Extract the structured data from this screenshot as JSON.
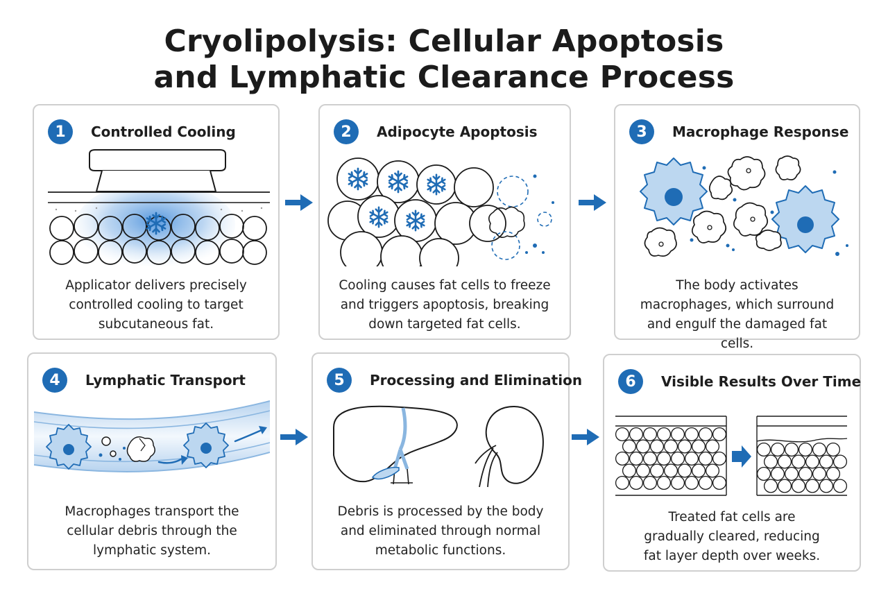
{
  "title": {
    "line1": "Cryolipolysis: Cellular Apoptosis",
    "line2": "and Lymphatic Clearance Process"
  },
  "colors": {
    "accent_blue": "#1f6cb5",
    "light_blue": "#bcd7f0",
    "outline": "#1a1a1a",
    "card_border": "#cfcfcf"
  },
  "steps": [
    {
      "number": "1",
      "title": "Controlled Cooling",
      "description": "Applicator delivers precisely controlled cooling to target subcutaneous fat.",
      "icon": "snowflake-applicator-icon"
    },
    {
      "number": "2",
      "title": "Adipocyte Apoptosis",
      "description": "Cooling causes fat cells to freeze and triggers apoptosis, breaking down targeted fat cells.",
      "icon": "frozen-fat-cells-icon"
    },
    {
      "number": "3",
      "title": "Macrophage Response",
      "description": "The body activates macrophages, which surround and engulf the damaged fat cells.",
      "icon": "macrophage-icon"
    },
    {
      "number": "4",
      "title": "Lymphatic Transport",
      "description": "Macrophages transport the cellular debris through the lymphatic system.",
      "icon": "lymph-vessel-icon"
    },
    {
      "number": "5",
      "title": "Processing and Elimination",
      "description": "Debris is processed by the body and eliminated through normal metabolic functions.",
      "icon": "liver-kidney-icon"
    },
    {
      "number": "6",
      "title": "Visible Results Over Time",
      "description": "Treated fat cells are gradually cleared, reducing fat layer depth over weeks.",
      "icon": "fat-layer-comparison-icon"
    }
  ]
}
